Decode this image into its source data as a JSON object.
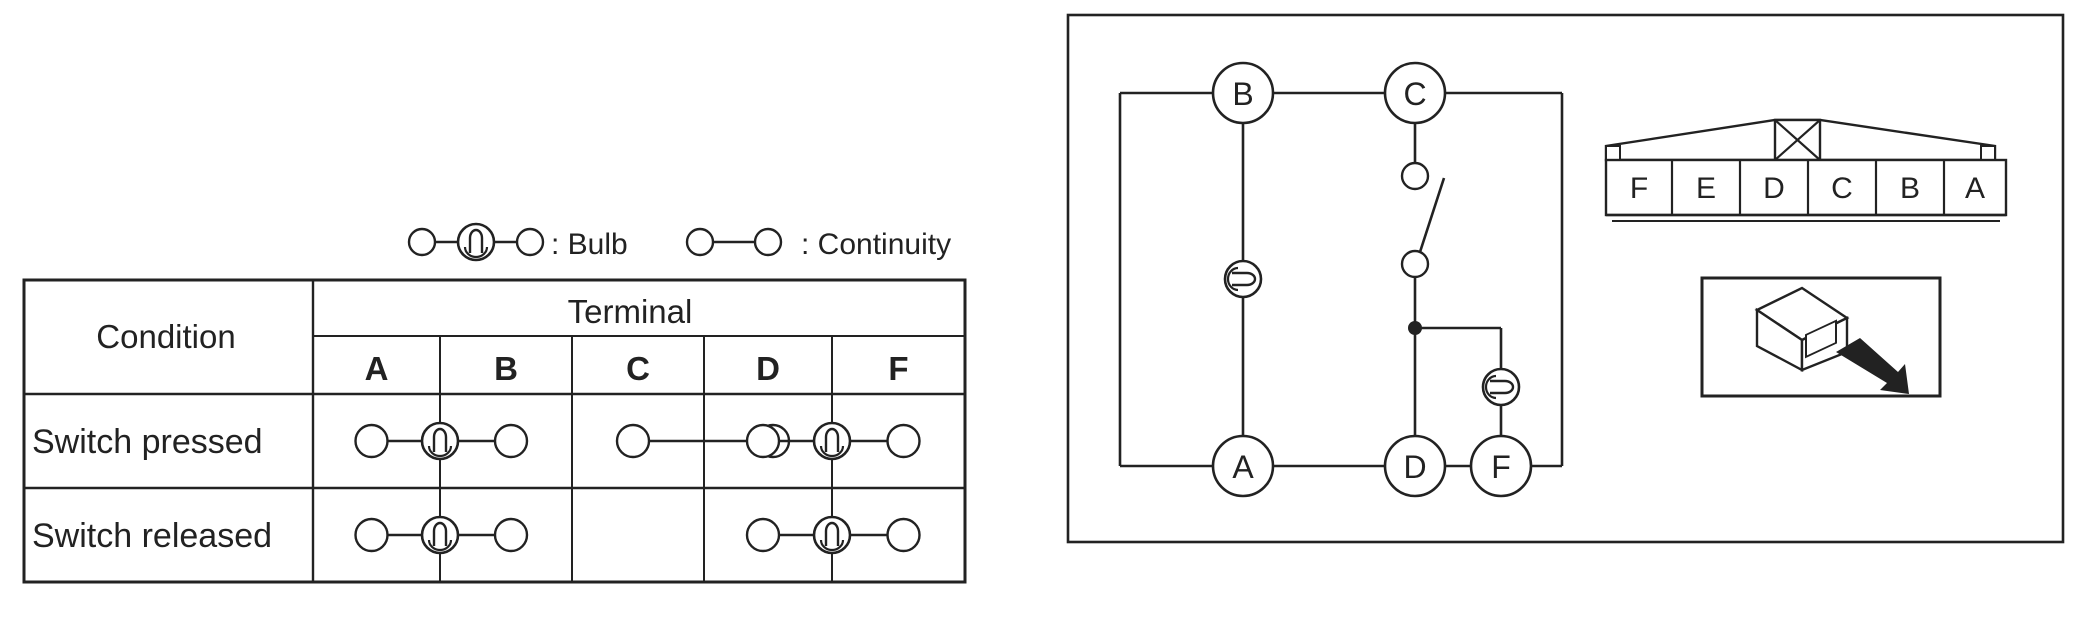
{
  "legend": {
    "bulb_label": ": Bulb",
    "continuity_label": ": Continuity",
    "bulb_icon": "bulb-symbol",
    "continuity_icon": "continuity-symbol"
  },
  "table": {
    "condition_header": "Condition",
    "terminal_header": "Terminal",
    "terminals": [
      "A",
      "B",
      "C",
      "D",
      "F"
    ],
    "rows": [
      {
        "condition": "Switch pressed",
        "connections": [
          {
            "type": "bulb",
            "from": "A",
            "to": "B"
          },
          {
            "type": "continuity",
            "from": "C",
            "to": "D"
          },
          {
            "type": "bulb",
            "from": "D",
            "to": "F"
          }
        ]
      },
      {
        "condition": "Switch released",
        "connections": [
          {
            "type": "bulb",
            "from": "A",
            "to": "B"
          },
          {
            "type": "bulb",
            "from": "D",
            "to": "F"
          }
        ]
      }
    ]
  },
  "circuit": {
    "nodes": [
      "B",
      "C",
      "A",
      "D",
      "F"
    ],
    "elements": [
      {
        "type": "bulb",
        "between": [
          "B",
          "A"
        ]
      },
      {
        "type": "switch",
        "between": [
          "C",
          "D"
        ]
      },
      {
        "type": "bulb",
        "between": [
          "D",
          "F"
        ]
      }
    ]
  },
  "connector": {
    "pins": [
      "F",
      "E",
      "D",
      "C",
      "B",
      "A"
    ],
    "view_icon": "connector-view-arrow-icon"
  }
}
